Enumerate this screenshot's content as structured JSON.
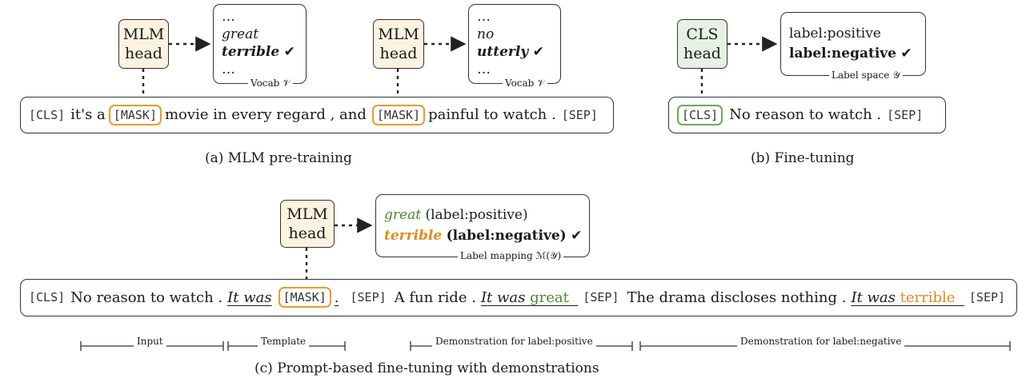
{
  "panel_a": {
    "head1": {
      "line1": "MLM",
      "line2": "head"
    },
    "head2": {
      "line1": "MLM",
      "line2": "head"
    },
    "vocab1": {
      "dots_top": "…",
      "word1": "great",
      "word2": "terrible",
      "check": "✔",
      "dots_bottom": "…",
      "label": "Vocab 𝒱"
    },
    "vocab2": {
      "dots_top": "…",
      "word1": "no",
      "word2": "utterly",
      "check": "✔",
      "dots_bottom": "…",
      "label": "Vocab 𝒱"
    },
    "sentence": {
      "cls": "[CLS]",
      "t1": "it's a",
      "mask1": "[MASK]",
      "t2": "movie in every regard , and",
      "mask2": "[MASK]",
      "t3": "painful to watch .",
      "sep": "[SEP]"
    },
    "caption": "(a) MLM pre-training"
  },
  "panel_b": {
    "head": {
      "line1": "CLS",
      "line2": "head"
    },
    "labels": {
      "pos": "label:positive",
      "neg": "label:negative",
      "check": "✔",
      "label": "Label space 𝒴"
    },
    "sentence": {
      "cls": "[CLS]",
      "text": "No reason to watch .",
      "sep": "[SEP]"
    },
    "caption": "(b) Fine-tuning"
  },
  "panel_c": {
    "head": {
      "line1": "MLM",
      "line2": "head"
    },
    "mapping": {
      "w1": "great",
      "l1": "(label:positive)",
      "w2": "terrible",
      "l2": "(label:negative)",
      "check": "✔",
      "label": "Label mapping ℳ(𝒴)"
    },
    "sentence": {
      "cls": "[CLS]",
      "input": "No reason to watch .",
      "itwas1": "It was",
      "mask": "[MASK]",
      "dot1": ".",
      "sep1": "[SEP]",
      "demo1": "A fun ride .",
      "itwas2": "It was",
      "great": "great",
      "sep2": "[SEP]",
      "demo2": "The drama discloses nothing .",
      "itwas3": "It was",
      "terrible": "terrible",
      "sep3": "[SEP]"
    },
    "spans": {
      "input": "Input",
      "template": "Template",
      "demo_pos": "Demonstration for label:positive",
      "demo_neg": "Demonstration for label:negative"
    },
    "caption": "(c) Prompt-based fine-tuning with demonstrations"
  },
  "colors": {
    "mask_orange": "#e89b2f",
    "cls_green": "#66ad4f",
    "mlm_fill": "#fbf3df",
    "cls_fill": "#e6f0e4"
  }
}
